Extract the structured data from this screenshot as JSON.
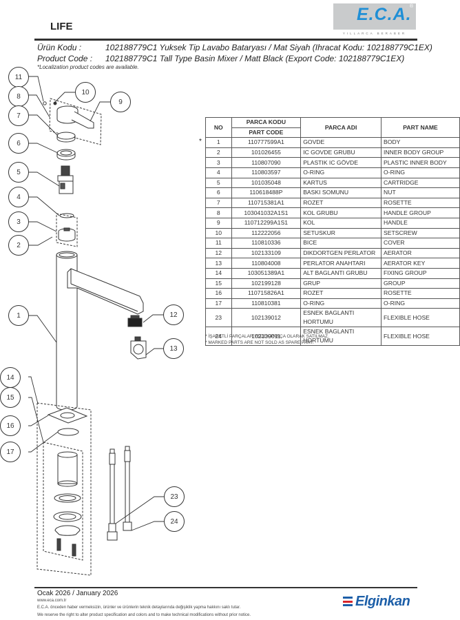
{
  "header": {
    "brand_logo": "E.C.A.",
    "brand_registered": "®",
    "brand_tagline": "YILLARCA BERABER",
    "series_title": "LIFE",
    "product_code_tr_label": "Ürün Kodu :",
    "product_code_tr_value": "102188779C1  Yuksek Tip Lavabo Bataryası / Mat Siyah (Ihracat Kodu: 102188779C1EX)",
    "product_code_en_label": "Product Code :",
    "product_code_en_value": "102188779C1 Tall Type Basin Mixer / Matt Black (Export Code: 102188779C1EX)",
    "localization_note": "*Localization product codes are available."
  },
  "table": {
    "headers": {
      "no": "NO",
      "code_tr": "PARCA KODU",
      "code_en": "PART CODE",
      "name_tr": "PARCA ADI",
      "name_en": "PART NAME"
    },
    "marked_symbol": "*",
    "rows": [
      {
        "no": "1",
        "code": "110777599A1",
        "name_tr": "GOVDE",
        "name_en": "BODY",
        "marked": true
      },
      {
        "no": "2",
        "code": "101026455",
        "name_tr": "IC GOVDE GRUBU",
        "name_en": "INNER BODY GROUP"
      },
      {
        "no": "3",
        "code": "110807090",
        "name_tr": "PLASTIK IC GÖVDE",
        "name_en": "PLASTIC INNER BODY"
      },
      {
        "no": "4",
        "code": "110803597",
        "name_tr": "O-RING",
        "name_en": "O-RING"
      },
      {
        "no": "5",
        "code": "101035048",
        "name_tr": "KARTUS",
        "name_en": "CARTRIDGE"
      },
      {
        "no": "6",
        "code": "110618488P",
        "name_tr": "BASKI SOMUNU",
        "name_en": "NUT"
      },
      {
        "no": "7",
        "code": "110715381A1",
        "name_tr": "ROZET",
        "name_en": "ROSETTE"
      },
      {
        "no": "8",
        "code": "103041032A1S1",
        "name_tr": "KOL GRUBU",
        "name_en": "HANDLE GROUP"
      },
      {
        "no": "9",
        "code": "110712299A1S1",
        "name_tr": "KOL",
        "name_en": "HANDLE"
      },
      {
        "no": "10",
        "code": "112222056",
        "name_tr": "SETUSKUR",
        "name_en": "SETSCREW"
      },
      {
        "no": "11",
        "code": "110810336",
        "name_tr": "BICE",
        "name_en": "COVER"
      },
      {
        "no": "12",
        "code": "102133109",
        "name_tr": "DIKDORTGEN PERLATOR",
        "name_en": "AERATOR"
      },
      {
        "no": "13",
        "code": "110804008",
        "name_tr": "PERLATOR ANAHTARI",
        "name_en": "AERATOR KEY"
      },
      {
        "no": "14",
        "code": "103051389A1",
        "name_tr": "ALT BAGLANTI GRUBU",
        "name_en": "FIXING GROUP"
      },
      {
        "no": "15",
        "code": "102199128",
        "name_tr": "GRUP",
        "name_en": "GROUP"
      },
      {
        "no": "16",
        "code": "110715826A1",
        "name_tr": "ROZET",
        "name_en": "ROSETTE"
      },
      {
        "no": "17",
        "code": "110810381",
        "name_tr": "O-RING",
        "name_en": "O-RING"
      },
      {
        "no": "23",
        "code": "102139012",
        "name_tr": "ESNEK BAGLANTI HORTUMU",
        "name_en": "FLEXIBLE HOSE"
      },
      {
        "no": "24",
        "code": "102139011",
        "name_tr": "ESNEK BAGLANTI HORTUMU",
        "name_en": "FLEXIBLE HOSE"
      }
    ],
    "note_tr": "* İŞARETLİ PARÇALAR YEDEK PARÇA OLARAK SATILMAZ.",
    "note_en": "* MARKED PARTS ARE NOT SOLD AS SPARE PART."
  },
  "diagram": {
    "callouts": [
      "11",
      "8",
      "10",
      "9",
      "7",
      "6",
      "5",
      "4",
      "3",
      "2",
      "1",
      "12",
      "13",
      "14",
      "15",
      "16",
      "17",
      "23",
      "24"
    ]
  },
  "footer": {
    "date": "Ocak 2026 / January 2026",
    "url": "www.eca.com.tr",
    "disclaimer_tr": "E.C.A. önceden haber vermeksizin, ürünler ve ürünlerin teknik detaylarında değişiklik yapma hakkını saklı tutar.",
    "disclaimer_en": "We reserve the right to alter product specification and colors and to make technical modifications without prior notice.",
    "partner_logo": "Elginkan"
  },
  "colors": {
    "eca_blue": "#1f8fd6",
    "eca_gray": "#c9cbcc",
    "elginkan_blue": "#1d5fa8",
    "elginkan_red": "#d9252b"
  }
}
